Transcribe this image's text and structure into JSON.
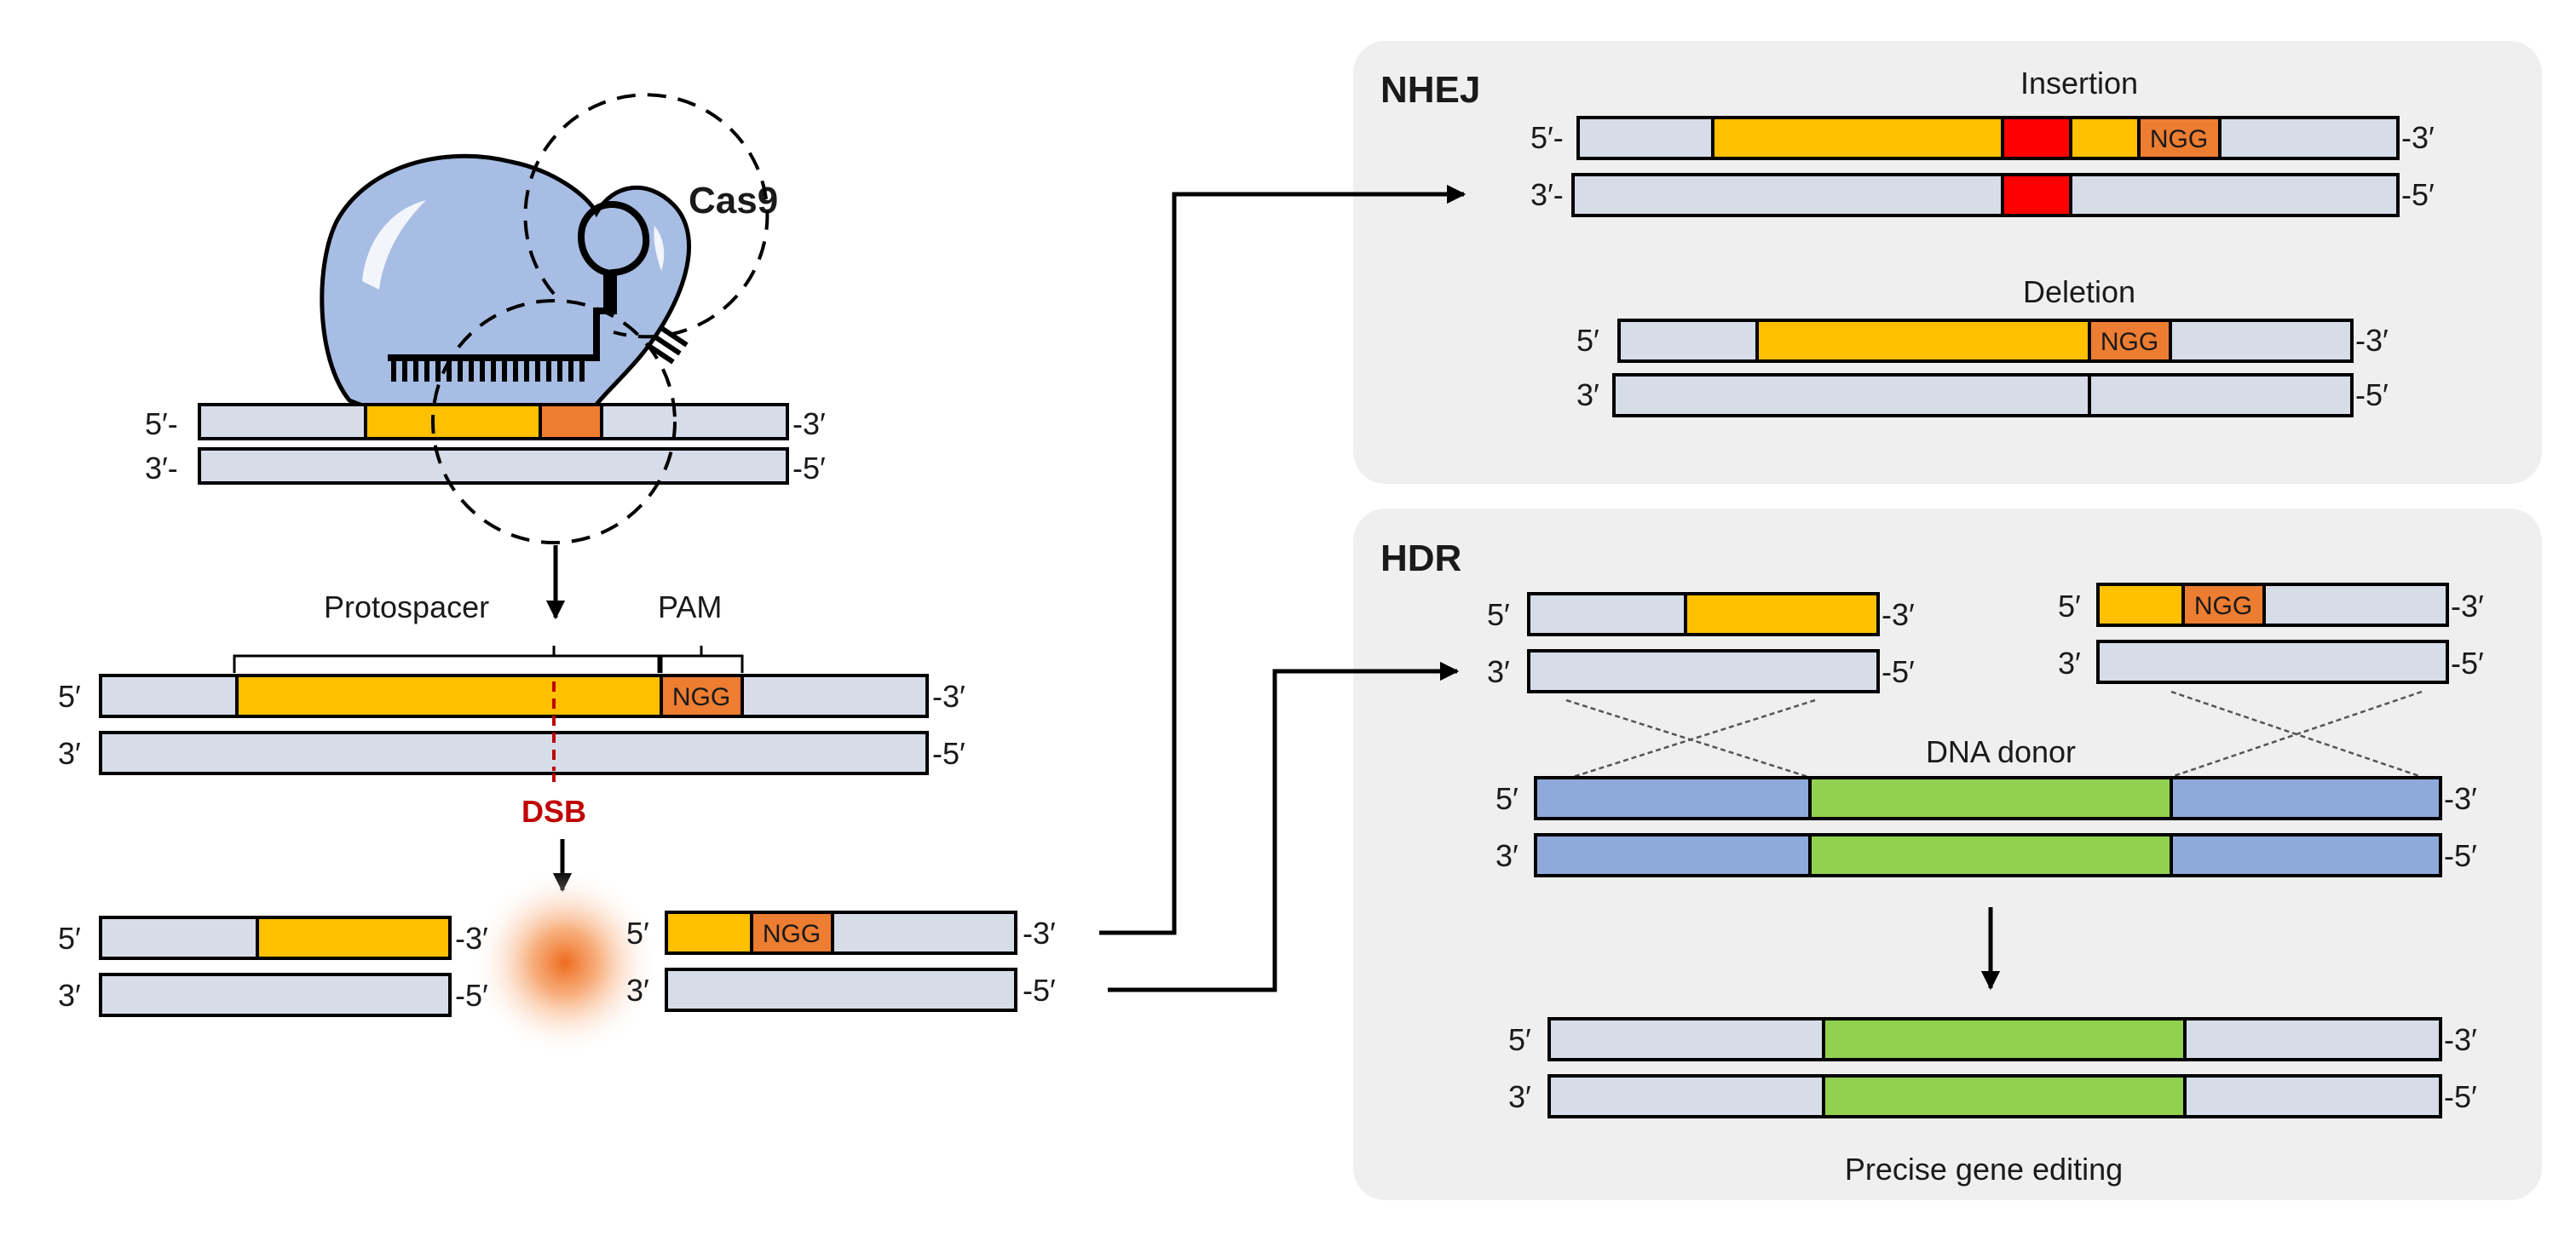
{
  "labels": {
    "five_prime_dash": "5′-",
    "three_prime_dash": "3′-",
    "dash_three_prime": "-3′",
    "dash_five_prime": "-5′",
    "five_prime": "5′",
    "three_prime": "3′",
    "ngg": "NGG",
    "cas9": "Cas9",
    "protospacer": "Protospacer",
    "pam": "PAM",
    "dsb": "DSB"
  },
  "nhej": {
    "title": "NHEJ",
    "insertion": "Insertion",
    "deletion": "Deletion"
  },
  "hdr": {
    "title": "HDR",
    "donor": "DNA donor",
    "result": "Precise gene editing"
  },
  "colors": {
    "strand": "#d6dde8",
    "protospacer": "#ffc000",
    "pam": "#ed7d31",
    "insertion": "#ff0000",
    "donor_homology": "#8eaadb",
    "donor_insert": "#92d050",
    "dsb": "#c00000",
    "cas9_body": "#a7bde3",
    "panel": "#efefef"
  }
}
